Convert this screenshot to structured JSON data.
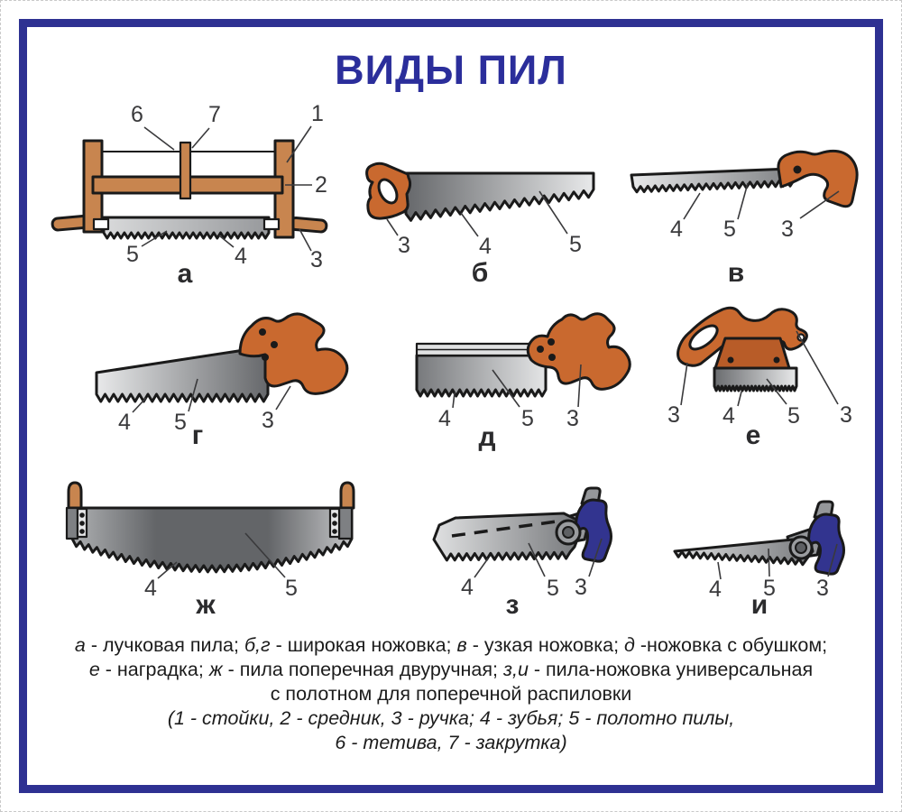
{
  "title": "ВИДЫ ПИЛ",
  "colors": {
    "frame_blue": "#2E3192",
    "title_blue": "#2B2E9B",
    "handle_orange": "#C9692F",
    "plate_orange": "#B85C28",
    "wood_tan": "#C8854F",
    "handle_blue": "#32348F",
    "blade_dark_gray": "#66686B",
    "blade_light_gray": "#E8E9EA",
    "outline_black": "#1A1A1A",
    "label_gray": "#3A3A3C"
  },
  "saws": {
    "a": {
      "letter": "а",
      "callouts": {
        "c1": "1",
        "c2": "2",
        "c3": "3",
        "c4": "4",
        "c5": "5",
        "c6": "6",
        "c7": "7"
      }
    },
    "b": {
      "letter": "б",
      "callouts": {
        "c3": "3",
        "c4": "4",
        "c5": "5"
      }
    },
    "v": {
      "letter": "в",
      "callouts": {
        "c3": "3",
        "c4": "4",
        "c5": "5"
      }
    },
    "g": {
      "letter": "г",
      "callouts": {
        "c3": "3",
        "c4": "4",
        "c5": "5"
      }
    },
    "d": {
      "letter": "д",
      "callouts": {
        "c3": "3",
        "c4": "4",
        "c5": "5"
      }
    },
    "e": {
      "letter": "е",
      "callouts": {
        "c3l": "3",
        "c4": "4",
        "c5": "5",
        "c3r": "3"
      }
    },
    "zh": {
      "letter": "ж",
      "callouts": {
        "c4": "4",
        "c5": "5"
      }
    },
    "z": {
      "letter": "з",
      "callouts": {
        "c3": "3",
        "c4": "4",
        "c5": "5"
      }
    },
    "i": {
      "letter": "и",
      "callouts": {
        "c3": "3",
        "c4": "4",
        "c5": "5"
      }
    }
  },
  "legend": {
    "line1": [
      {
        "t": "а",
        "em": true
      },
      {
        "t": " - лучковая пила; ",
        "em": false
      },
      {
        "t": "б,г",
        "em": true
      },
      {
        "t": " - широкая ножовка; ",
        "em": false
      },
      {
        "t": "в",
        "em": true
      },
      {
        "t": " - узкая ножовка; ",
        "em": false
      },
      {
        "t": "д",
        "em": true
      },
      {
        "t": " -ножовка с обушком;",
        "em": false
      }
    ],
    "line2": [
      {
        "t": "е",
        "em": true
      },
      {
        "t": " - наградка; ",
        "em": false
      },
      {
        "t": "ж",
        "em": true
      },
      {
        "t": " - пила поперечная двуручная; ",
        "em": false
      },
      {
        "t": "з,и",
        "em": true
      },
      {
        "t": " - пила-ножовка универсальная",
        "em": false
      }
    ],
    "line3": "с полотном для поперечной распиловки",
    "line4": "(1 - стойки, 2 - средник, 3 - ручка; 4 - зубья; 5 - полотно пилы,",
    "line5": "6 - тетива, 7 - закрутка)"
  }
}
